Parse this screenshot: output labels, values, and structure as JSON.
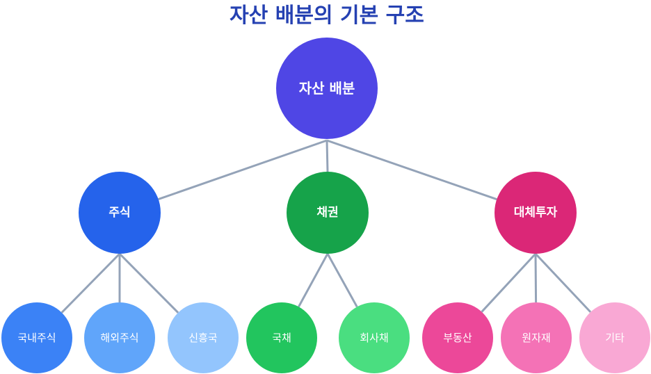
{
  "title": "자산 배분의 기본 구조",
  "colors": {
    "edge": "#94a3b8",
    "root": "#4f46e5",
    "stocks": "#2563eb",
    "bonds": "#16a34a",
    "alternatives": "#db2777"
  },
  "tree": {
    "root": {
      "label": "자산 배분",
      "color": "#4f46e5"
    },
    "categories": [
      {
        "label": "주식",
        "color": "#2563eb",
        "children": [
          {
            "label": "국내주식",
            "color": "#3b82f6"
          },
          {
            "label": "해외주식",
            "color": "#60a5fa"
          },
          {
            "label": "신흥국",
            "color": "#93c5fd"
          }
        ]
      },
      {
        "label": "채권",
        "color": "#16a34a",
        "children": [
          {
            "label": "국채",
            "color": "#22c55e"
          },
          {
            "label": "회사채",
            "color": "#4ade80"
          }
        ]
      },
      {
        "label": "대체투자",
        "color": "#db2777",
        "children": [
          {
            "label": "부동산",
            "color": "#ec4899"
          },
          {
            "label": "원자재",
            "color": "#f472b6"
          },
          {
            "label": "기타",
            "color": "#f9a8d4"
          }
        ]
      }
    ]
  }
}
